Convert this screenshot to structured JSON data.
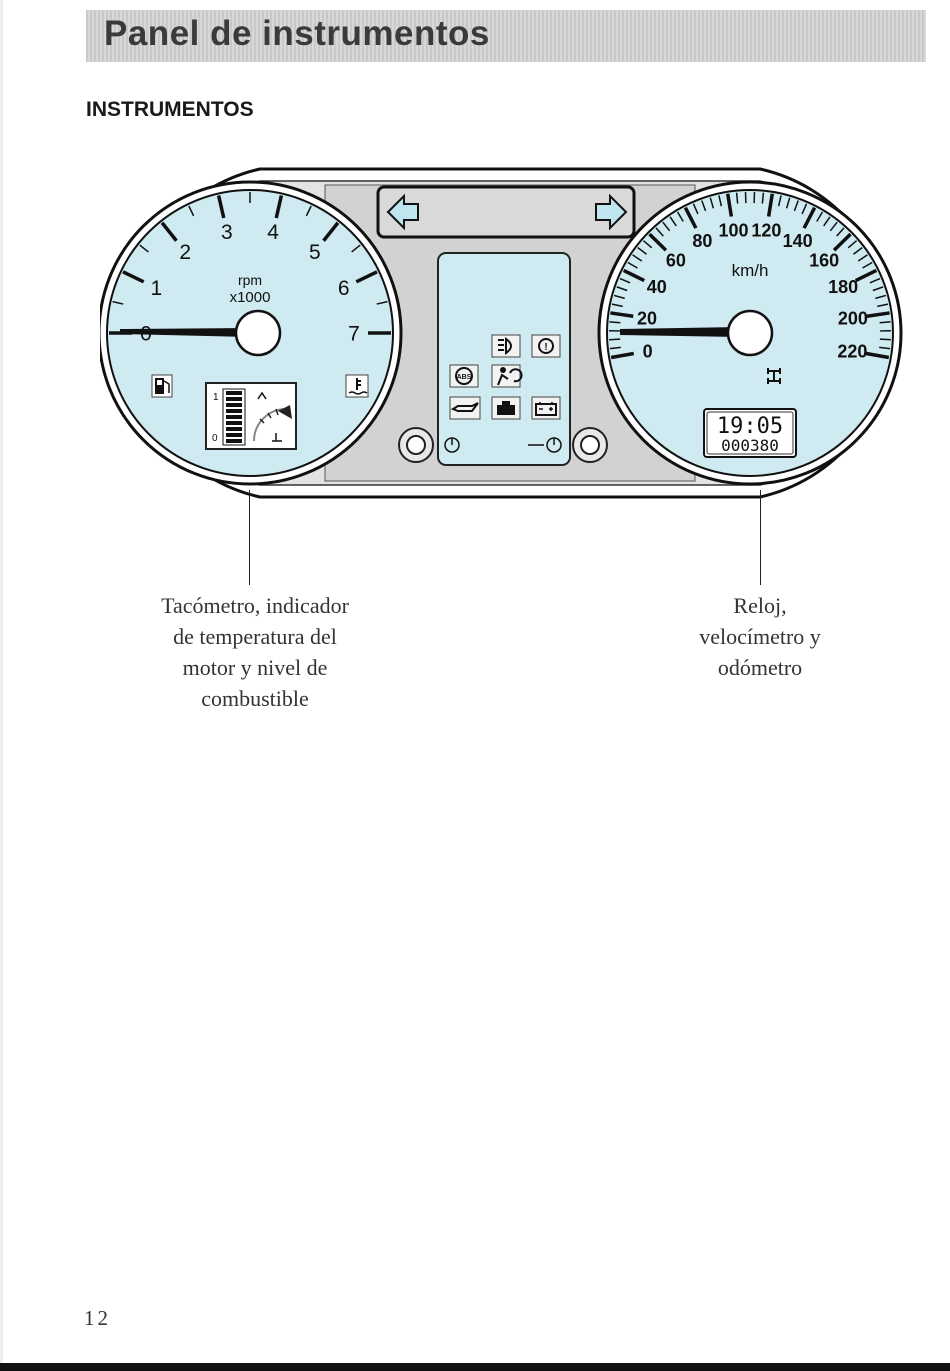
{
  "header": {
    "title": "Panel de instrumentos"
  },
  "section": {
    "title": "INSTRUMENTOS"
  },
  "tachometer": {
    "labels": [
      "0",
      "1",
      "2",
      "3",
      "4",
      "5",
      "6",
      "7"
    ],
    "unit_line1": "rpm",
    "unit_line2": "x1000",
    "fuel_scale": {
      "full": "1",
      "empty": "0"
    }
  },
  "speedometer": {
    "labels": [
      "0",
      "20",
      "40",
      "60",
      "80",
      "100",
      "120",
      "140",
      "160",
      "180",
      "200",
      "220"
    ],
    "unit": "km/h",
    "clock": "19:05",
    "odometer": "000380"
  },
  "warning_panel": {
    "icons": [
      "headlamp-icon",
      "brake-warning-icon",
      "abs-icon",
      "airbag-icon",
      "oil-pressure-icon",
      "engine-icon",
      "battery-icon"
    ]
  },
  "captions": {
    "left": [
      "Tacómetro, indicador",
      "de temperatura del",
      "motor y nivel de",
      "combustible"
    ],
    "right": [
      "Reloj,",
      "velocímetro y",
      "odómetro"
    ]
  },
  "page": {
    "number": "12"
  },
  "colors": {
    "dial": "#cfeaf0",
    "header_band": "#cccccc",
    "ink": "#1a1a1a"
  }
}
